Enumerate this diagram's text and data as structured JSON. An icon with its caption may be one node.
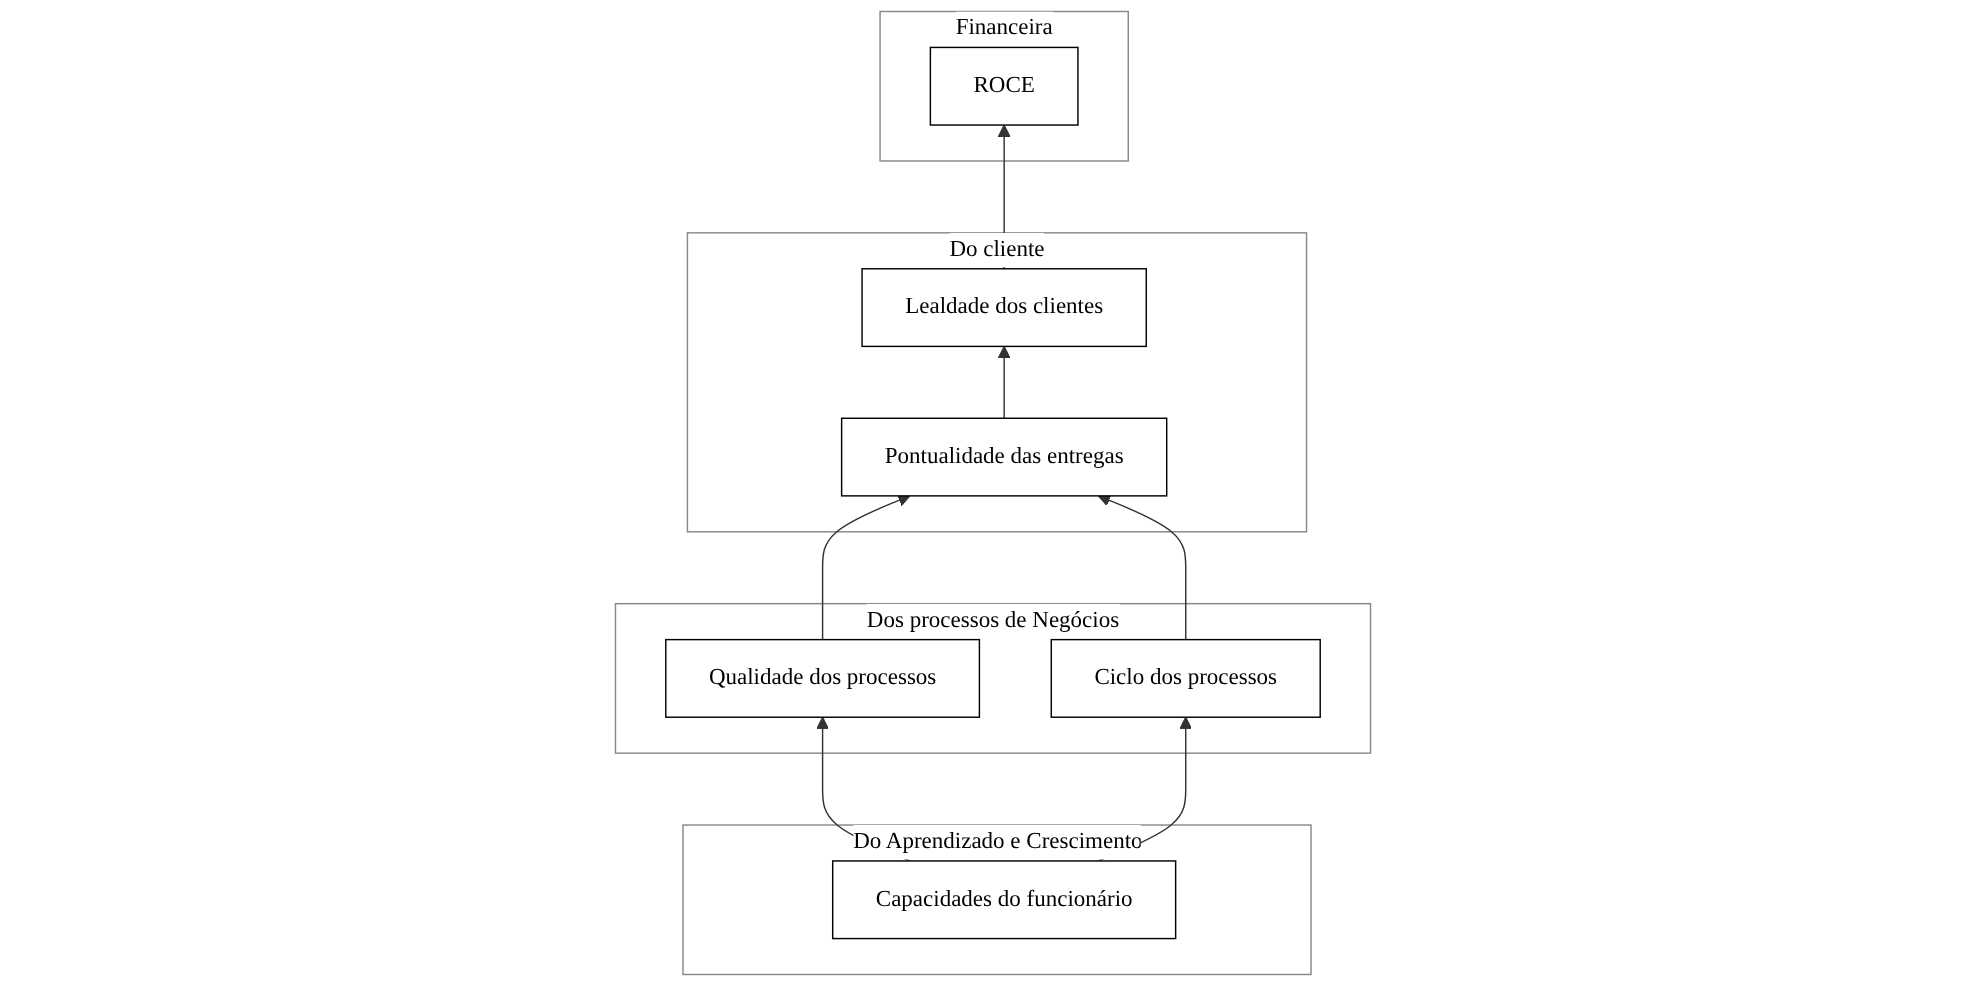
{
  "diagram": {
    "nodes": [
      {
        "text": [
          "Financeira"
        ]
      },
      {
        "text": [
          "ROCE"
        ],
        "in": 0
      },
      {
        "text": [
          "Do cliente"
        ]
      },
      {
        "text": [
          "Lealdade dos clientes"
        ],
        "in": 2
      },
      {
        "text": [
          "Pontualidade das entregas"
        ],
        "in": 2
      },
      {
        "text": [
          "Dos processos de Negócios"
        ]
      },
      {
        "text": [
          "Qualidade dos processos"
        ],
        "in": 5
      },
      {
        "text": [
          "Ciclo dos processos"
        ],
        "in": 5
      },
      {
        "text": [
          "Do Aprendizado e Crescimento"
        ]
      },
      {
        "text": [
          "Capacidades do funcionário"
        ],
        "in": 8
      }
    ],
    "edges": [
      {
        "from": 9,
        "to": 6,
        "arrow": "to"
      },
      {
        "from": 9,
        "to": 7,
        "arrow": "to"
      },
      {
        "from": 6,
        "to": 4,
        "arrow": "to"
      },
      {
        "from": 7,
        "to": 4,
        "arrow": "to"
      },
      {
        "from": 4,
        "to": 3,
        "arrow": "to"
      },
      {
        "from": 3,
        "to": 1,
        "arrow": "to"
      }
    ]
  }
}
